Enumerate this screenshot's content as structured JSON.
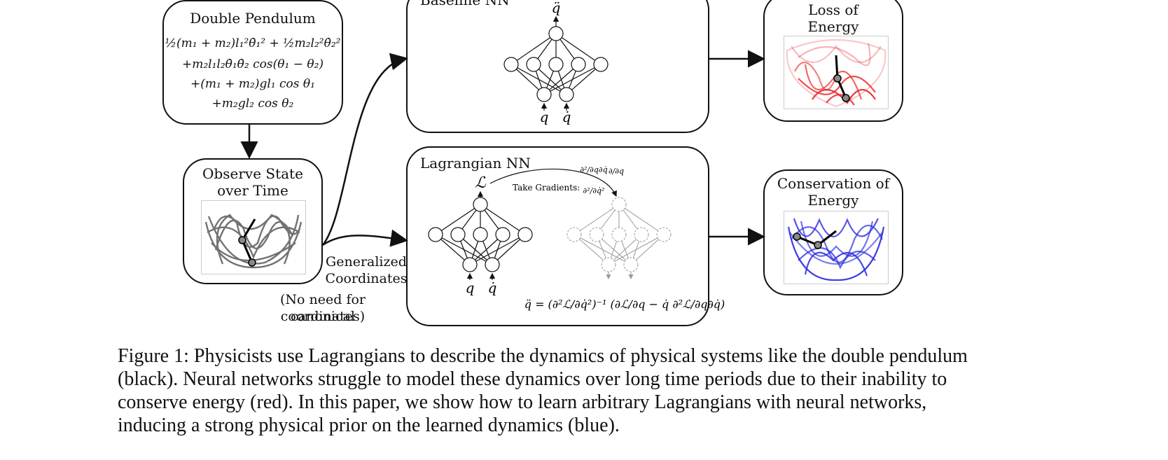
{
  "double_pendulum": {
    "title": "Double Pendulum",
    "eq_lines": [
      "½(m₁ + m₂)l₁²θ̇₁² + ½m₂l₂²θ̇₂²",
      "+m₂l₁l₂θ̇₁θ̇₂ cos(θ₁ − θ₂)",
      "+(m₁ + m₂)gl₁ cos θ₁",
      "+m₂gl₂ cos θ₂"
    ]
  },
  "observe": {
    "title_line1": "Observe State",
    "title_line2": "over Time"
  },
  "generalized": {
    "line1": "Generalized",
    "line2": "Coordinates"
  },
  "no_need": {
    "line1": "(No need for canonical",
    "line2": "coordinates)"
  },
  "baseline": {
    "title": "Baseline NN",
    "output": "q̈",
    "in1": "q",
    "in2": "q̇"
  },
  "lagrangian": {
    "title": "Lagrangian NN",
    "output": "ℒ",
    "take_gradients": "Take Gradients:",
    "grad1": "∂²/∂q∂q̇",
    "grad2": "∂/∂q",
    "grad3": "∂²/∂q̇²",
    "in1": "q",
    "in2": "q̇",
    "formula": "q̈ = (∂²ℒ/∂q̇²)⁻¹ (∂ℒ/∂q − q̇ ∂²ℒ/∂q∂q̇)"
  },
  "loss": {
    "line1": "Loss of",
    "line2": "Energy",
    "color": "#e8262a"
  },
  "conservation": {
    "line1": "Conservation of",
    "line2": "Energy",
    "color": "#2a2ae0"
  },
  "caption": "Figure 1: Physicists use Lagrangians to describe the dynamics of physical systems like the double pendulum (black). Neural networks struggle to model these dynamics over long time periods due to their inability to conserve energy (red). In this paper, we show how to learn arbitrary Lagrangians with neural networks, inducing a strong physical prior on the learned dynamics (blue)."
}
